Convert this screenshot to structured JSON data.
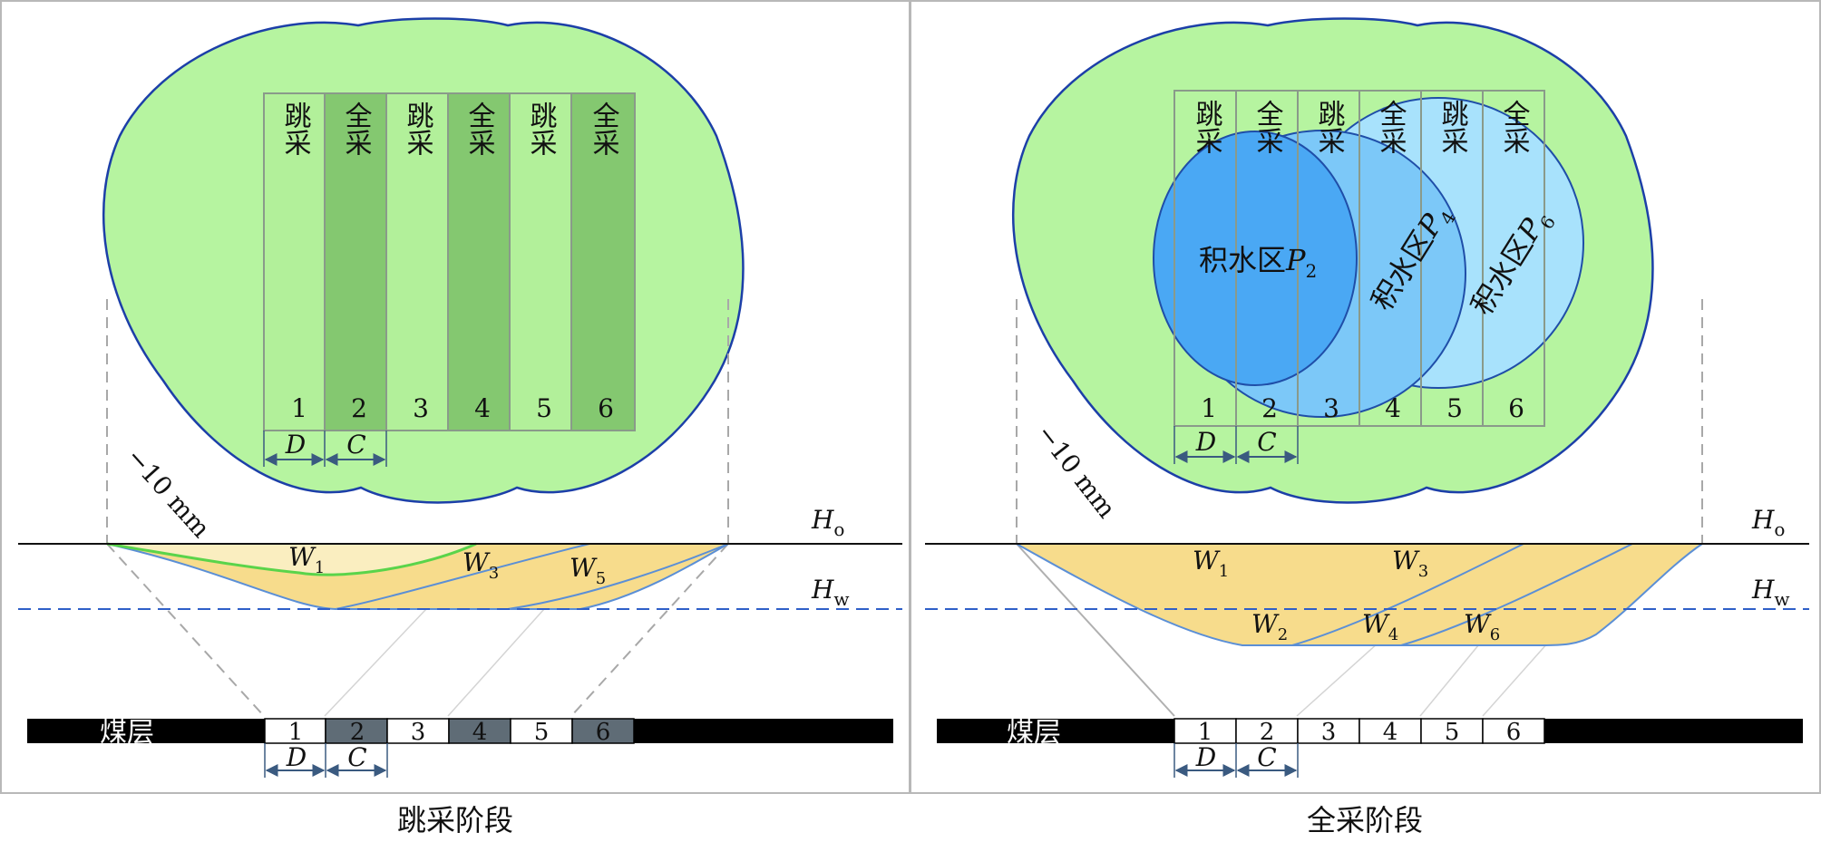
{
  "colors": {
    "basin_fill": "#b6f4a0",
    "basin_stroke": "#1c3fa8",
    "skip_panel": "#b2f09a",
    "full_panel": "#84c870",
    "panel_border": "#8a9a8a",
    "trough_fill": "#f7dc8c",
    "trough_light": "#faeec0",
    "green_curve": "#5ad44a",
    "blue_line": "#5b8fd6",
    "dash_blue": "#2f5fc8",
    "water_p2": "#4aa8f4",
    "water_p4": "#7cc8f8",
    "water_p6": "#a8e2fc",
    "water_stroke": "#1f4ea8",
    "seam": "#000000",
    "panel_dark": "#5f6c76"
  },
  "left": {
    "caption": "跳采阶段",
    "panel_labels": [
      "跳采",
      "全采",
      "跳采",
      "全采",
      "跳采",
      "全采"
    ],
    "panel_numbers": [
      "1",
      "2",
      "3",
      "4",
      "5",
      "6"
    ],
    "dim_d": "D",
    "dim_c": "C",
    "contour_label": "−10 mm",
    "ho_main": "H",
    "ho_sub": "o",
    "hw_main": "H",
    "hw_sub": "w",
    "w_labels": [
      {
        "main": "W",
        "sub": "1"
      },
      {
        "main": "W",
        "sub": "3"
      },
      {
        "main": "W",
        "sub": "5"
      }
    ],
    "seam_label": "煤层",
    "seam_numbers": [
      "1",
      "2",
      "3",
      "4",
      "5",
      "6"
    ]
  },
  "right": {
    "caption": "全采阶段",
    "panel_labels": [
      "跳采",
      "全采",
      "跳采",
      "全采",
      "跳采",
      "全采"
    ],
    "panel_numbers": [
      "1",
      "2",
      "3",
      "4",
      "5",
      "6"
    ],
    "dim_d": "D",
    "dim_c": "C",
    "contour_label": "−10 mm",
    "ho_main": "H",
    "ho_sub": "o",
    "hw_main": "H",
    "hw_sub": "w",
    "water_zones": [
      {
        "text": "积水区",
        "main": "P",
        "sub": "2"
      },
      {
        "text": "积水区",
        "main": "P",
        "sub": "4"
      },
      {
        "text": "积水区",
        "main": "P",
        "sub": "6"
      }
    ],
    "w_labels": [
      {
        "main": "W",
        "sub": "1"
      },
      {
        "main": "W",
        "sub": "3"
      },
      {
        "main": "W",
        "sub": "2"
      },
      {
        "main": "W",
        "sub": "4"
      },
      {
        "main": "W",
        "sub": "6"
      }
    ],
    "seam_label": "煤层",
    "seam_numbers": [
      "1",
      "2",
      "3",
      "4",
      "5",
      "6"
    ]
  }
}
